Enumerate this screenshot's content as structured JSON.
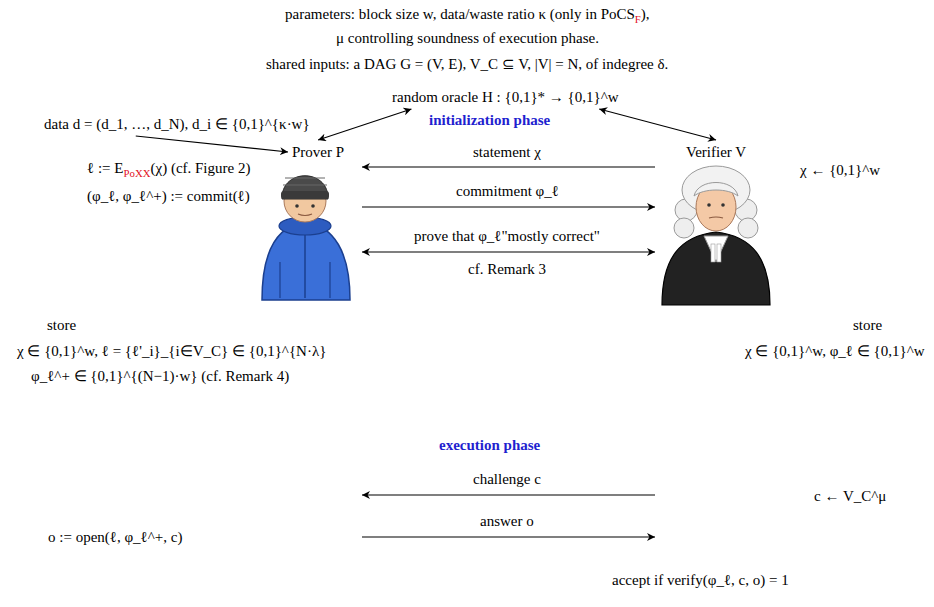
{
  "diagram": {
    "nodes": [
      {
        "text": [
          "random oracle H : {0,1}* → {0,1}^w"
        ]
      },
      {
        "text": [
          "data d = (d_1, …, d_N), d_i ∈ {0,1}^{κ·w}"
        ]
      },
      {
        "text": [
          "Prover P"
        ]
      },
      {
        "text": [
          "Verifier V"
        ]
      }
    ],
    "edges": [
      {
        "from": 0,
        "to": 2,
        "arrow": "both"
      },
      {
        "from": 0,
        "to": 3,
        "arrow": "both"
      },
      {
        "from": 1,
        "to": 2,
        "arrow": "to"
      }
    ],
    "labels": [
      "parameters: block size w, data/waste ratio κ (only in PoCS",
      "F",
      "),",
      "μ controlling soundness of execution phase.",
      "shared inputs: a DAG G = (V, E), V_C ⊆ V, |V| = N, of indegree δ.",
      "initialization phase",
      "statement χ",
      "χ ← {0,1}^w",
      "ℓ := E",
      "PoXX",
      "(χ) (cf. Figure 2)",
      "(φ_ℓ, φ_ℓ^+) := commit(ℓ)",
      "commitment φ_ℓ",
      "prove that φ_ℓ\"mostly correct\"",
      "cf. Remark 3",
      "store",
      "χ ∈ {0,1}^w, ℓ = {ℓ'_i}_{i∈V_C} ∈ {0,1}^{N·λ}",
      "φ_ℓ^+ ∈ {0,1}^{(N−1)·w} (cf. Remark 4)",
      "store",
      "χ ∈ {0,1}^w, φ_ℓ ∈ {0,1}^w",
      "execution phase",
      "challenge c",
      "c ← V_C^μ",
      "o := open(ℓ, φ_ℓ^+, c)",
      "answer o",
      "accept if verify(φ_ℓ, c, o) = 1"
    ]
  }
}
